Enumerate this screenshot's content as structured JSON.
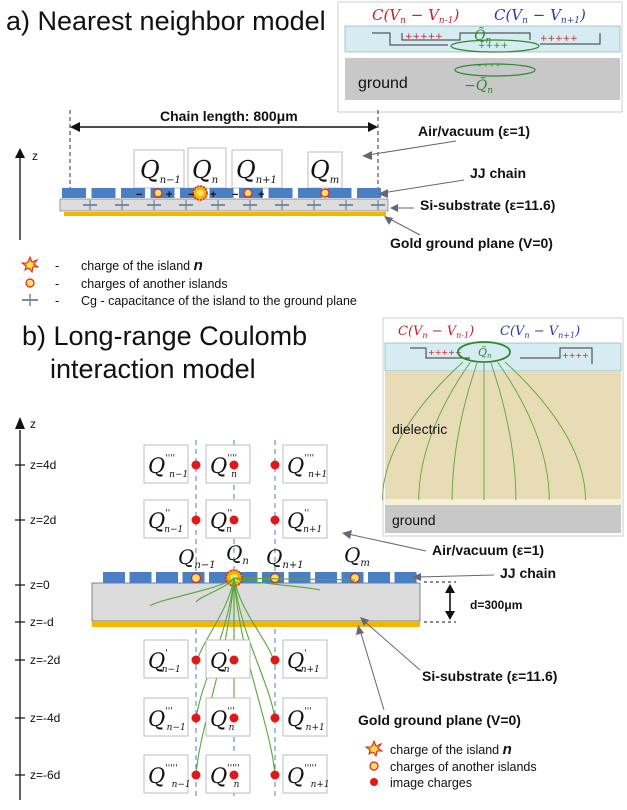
{
  "panel_a": {
    "title": "a) Nearest neighbor model",
    "chain_length": "Chain length: 800μm",
    "air": "Air/vacuum (ε=1)",
    "jj_chain": "JJ chain",
    "substrate": "Si-substrate (ε=11.6)",
    "gold": "Gold ground plane (V=0)",
    "z_axis": "z",
    "charges": [
      {
        "sym": "Q",
        "sub": "n−1"
      },
      {
        "sym": "Q",
        "sub": "n"
      },
      {
        "sym": "Q",
        "sub": "n+1"
      },
      {
        "sym": "Q",
        "sub": "m"
      }
    ],
    "island_signs": [
      "−",
      "+",
      "−",
      "+",
      "−",
      "+"
    ],
    "legend": [
      {
        "prefix": "-",
        "text": "charge of the island ",
        "em": "n"
      },
      {
        "prefix": "-",
        "text": "charges of another islands"
      },
      {
        "prefix": "-",
        "text": "Cg - capacitance of the island to the ground plane"
      }
    ],
    "inset": {
      "cap_left": "C(V",
      "cap_left_sub": "n",
      "cap_left_mid": " − V",
      "cap_left_sub2": "n-1",
      "cap_left_end": ")",
      "cap_right": "C(V",
      "cap_right_sub": "n",
      "cap_right_mid": " − V",
      "cap_right_sub2": "n+1",
      "cap_right_end": ")",
      "qn": "Q̃",
      "qn_sub": "n",
      "neg_qn": "−Q̃",
      "neg_qn_sub": "n",
      "ground": "ground",
      "colors": {
        "left": "#c8202a",
        "right": "#2a3ea8",
        "green": "#2b8a2b"
      }
    }
  },
  "panel_b": {
    "title_line1": "b) Long-range Coulomb",
    "title_line2": "interaction model",
    "air": "Air/vacuum (ε=1)",
    "jj_chain": "JJ chain",
    "substrate": "Si-substrate (ε=11.6)",
    "gold": "Gold ground plane (V=0)",
    "thickness": "d=300μm",
    "z_axis": "z",
    "z_ticks": [
      "z=4d",
      "z=2d",
      "z=0",
      "z=-d",
      "z=-2d",
      "z=-4d",
      "z=-6d"
    ],
    "chain_charges": [
      {
        "sym": "Q",
        "sub": "n−1"
      },
      {
        "sym": "Q",
        "sub": "n"
      },
      {
        "sym": "Q",
        "sub": "n+1"
      },
      {
        "sym": "Q",
        "sub": "m"
      }
    ],
    "image_rows": [
      {
        "prime": "''''",
        "subs": [
          "n−1",
          "n",
          "n+1"
        ]
      },
      {
        "prime": "''",
        "subs": [
          "n−1",
          "n",
          "n+1"
        ]
      },
      {
        "prime": "'",
        "subs": [
          "n−1",
          "n",
          "n+1"
        ]
      },
      {
        "prime": "'''",
        "subs": [
          "n−1",
          "n",
          "n+1"
        ]
      },
      {
        "prime": "'''''",
        "subs": [
          "n−1",
          "n",
          "n+1"
        ]
      }
    ],
    "legend": [
      {
        "text": "charge of the island ",
        "em": "n"
      },
      {
        "text": "charges of another islands"
      },
      {
        "text": "image charges"
      }
    ],
    "inset": {
      "cap_left": "C(V",
      "cap_left_sub": "n",
      "cap_left_mid": " − V",
      "cap_left_sub2": "n-1",
      "cap_left_end": ")",
      "cap_right": "C(V",
      "cap_right_sub": "n",
      "cap_right_mid": " − V",
      "cap_right_sub2": "n+1",
      "cap_right_end": ")",
      "qn": "Q̃",
      "qn_sub": "n",
      "dielectric": "dielectric",
      "ground": "ground"
    },
    "colors": {
      "substrate": "#dcdcdc",
      "chain": "#4a7fc4",
      "gold": "#f2b600",
      "image": "#e01818",
      "field": "#5aa63a",
      "guide": "#4a7fc4"
    }
  }
}
